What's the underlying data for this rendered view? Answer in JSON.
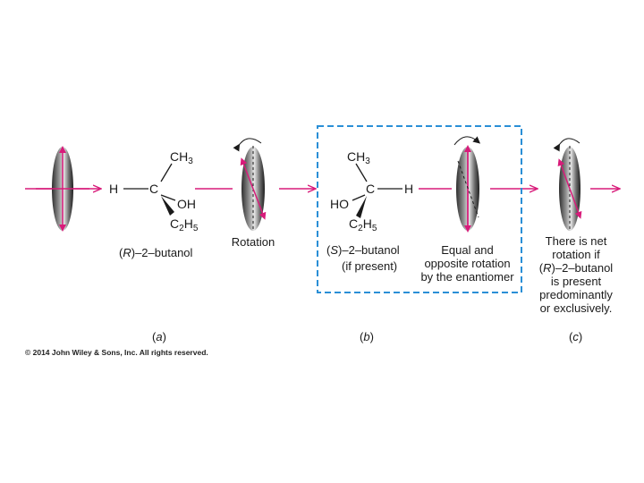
{
  "panel_a": {
    "label": "a",
    "molecule": {
      "ch3": "CH",
      "ch3_sub": "3",
      "h": "H",
      "c": "C",
      "oh": "OH",
      "c2h5_c": "C",
      "c2h5_sub1": "2",
      "c2h5_h": "H",
      "c2h5_sub2": "5"
    },
    "name_config": "R",
    "name_rest": "–2–butanol",
    "rotation_caption": "Rotation"
  },
  "panel_b": {
    "label": "b",
    "molecule": {
      "ch3": "CH",
      "ch3_sub": "3",
      "h": "H",
      "c": "C",
      "ho": "HO",
      "c2h5_c": "C",
      "c2h5_sub1": "2",
      "c2h5_h": "H",
      "c2h5_sub2": "5"
    },
    "name_config": "S",
    "name_rest": "–2–butanol",
    "name_note": "(if present)",
    "rotation_caption_lines": [
      "Equal and",
      "opposite rotation",
      "by the enantiomer"
    ]
  },
  "panel_c": {
    "label": "c",
    "caption_lines_before": [
      "There is net",
      "rotation if"
    ],
    "caption_config": "R",
    "caption_rest": "–2–butanol",
    "caption_lines_after": [
      "is present",
      "predominantly",
      "or exclusively."
    ]
  },
  "copyright": "© 2014 John Wiley & Sons, Inc. All rights reserved.",
  "colors": {
    "beam": "#d81b7a",
    "dash_box": "#2a8fd6",
    "bond": "#1a1a1a"
  }
}
